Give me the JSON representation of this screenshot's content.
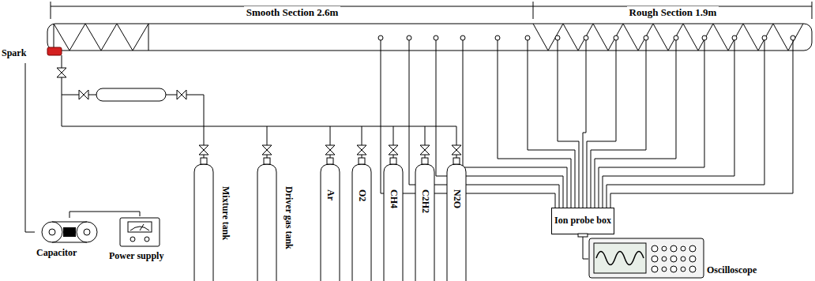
{
  "diagram": {
    "nodes": [
      {
        "text": [
          "Spark"
        ]
      },
      {
        "text": [
          "Capacitor"
        ]
      },
      {
        "text": [
          "Power supply"
        ]
      },
      {
        "text": [
          "Mixture tank"
        ]
      },
      {
        "text": [
          "Driver gas tank"
        ]
      },
      {
        "text": [
          "Ar"
        ]
      },
      {
        "text": [
          "O2"
        ]
      },
      {
        "text": [
          "CH4"
        ]
      },
      {
        "text": [
          "C2H2"
        ]
      },
      {
        "text": [
          "N2O"
        ]
      },
      {
        "text": [
          "Ion probe box"
        ]
      },
      {
        "text": [
          "Oscilloscope"
        ]
      }
    ],
    "edges": [
      {
        "from": 0,
        "to": 1,
        "arrow": "none"
      },
      {
        "from": 1,
        "to": 2,
        "arrow": "none"
      },
      {
        "from": 10,
        "to": 11,
        "arrow": "none"
      }
    ],
    "labels": [
      "Smooth Section 2.6m",
      "Rough Section 1.9m"
    ]
  }
}
